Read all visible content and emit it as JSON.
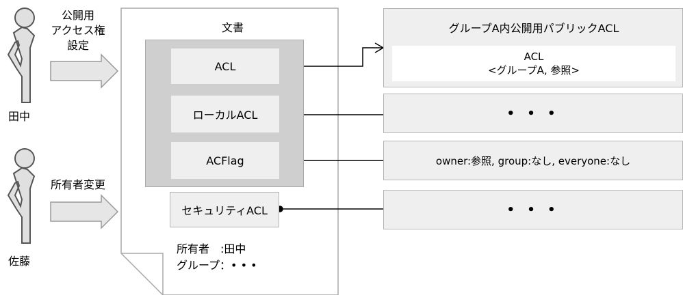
{
  "people": [
    {
      "name": "田中",
      "action": [
        "公開用",
        "アクセス権",
        "設定"
      ]
    },
    {
      "name": "佐藤",
      "action": [
        "所有者変更"
      ]
    }
  ],
  "document": {
    "title": "文書",
    "acl_group_items": [
      "ACL",
      "ローカルACL",
      "ACFlag"
    ],
    "security_acl": "セキュリティACL",
    "owner_line": "所有者　:田中",
    "group_line": "グループ：• • •"
  },
  "right_panels": {
    "public_acl_title": "グループA内公開用パブリックACL",
    "public_acl_line1": "ACL",
    "public_acl_line2": "<グループA, 参照>",
    "local_acl_value": "• • •",
    "acflag_value": "owner:参照, group:なし, everyone:なし",
    "security_acl_value": "• • •"
  },
  "colors": {
    "outer_gray": "#cfcfcf",
    "inner_gray": "#efefef",
    "panel_gray": "#efefef",
    "border": "#a8a8a8"
  }
}
